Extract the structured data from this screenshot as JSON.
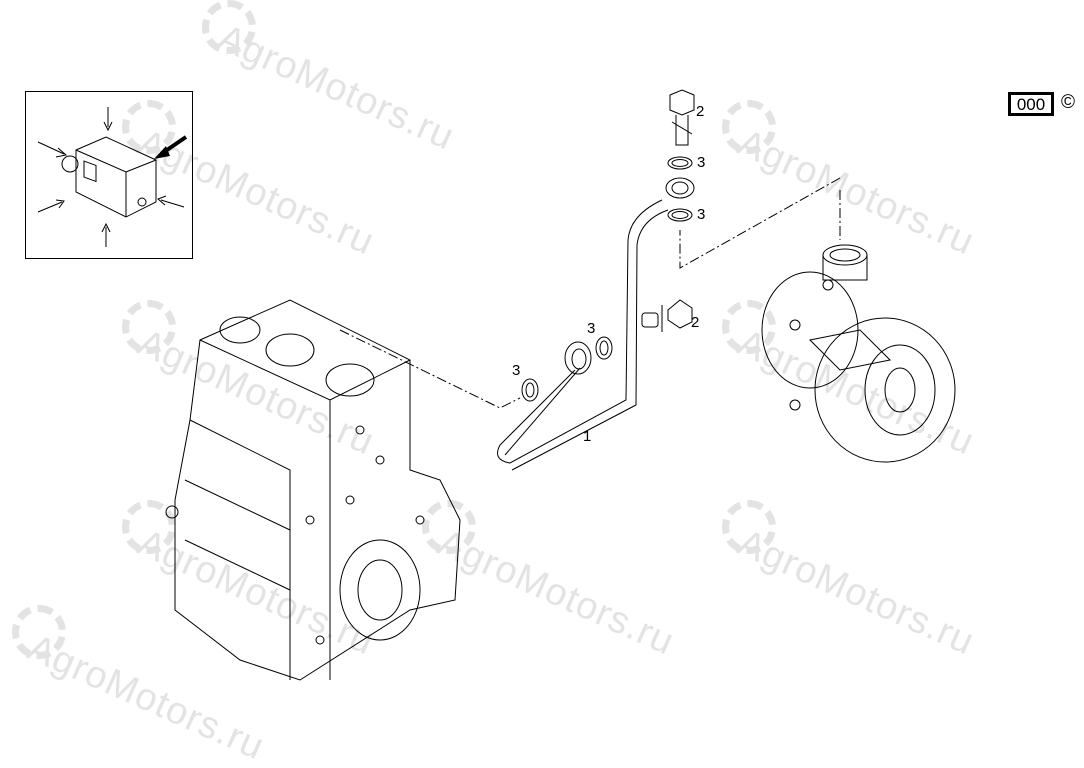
{
  "watermark": {
    "text": "AgroMotors.ru"
  },
  "header": {
    "code": "000",
    "copyright_symbol": "©"
  },
  "callouts": {
    "pipe": "1",
    "bolt_top": "2",
    "washer_top_1": "3",
    "washer_top_2": "3",
    "union_bolt": "2",
    "washer_low_1": "3",
    "washer_low_2": "3"
  }
}
